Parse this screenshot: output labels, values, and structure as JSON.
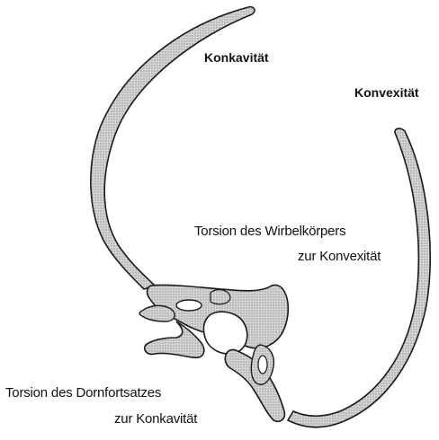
{
  "labels": {
    "konkavitaet": "Konkavität",
    "konvexitaet": "Konvexität",
    "torsion_wirbelkoerper_line1": "Torsion des  Wirbelkörpers",
    "torsion_wirbelkoerper_line2": "zur Konvexität",
    "torsion_dornfortsatz_line1": "Torsion des Dornfortsatzes",
    "torsion_dornfortsatz_line2": "zur Konkavität"
  },
  "colors": {
    "outline": "#1a1a1a",
    "bone_fill": "#c9c9c9",
    "background": "#ffffff"
  }
}
